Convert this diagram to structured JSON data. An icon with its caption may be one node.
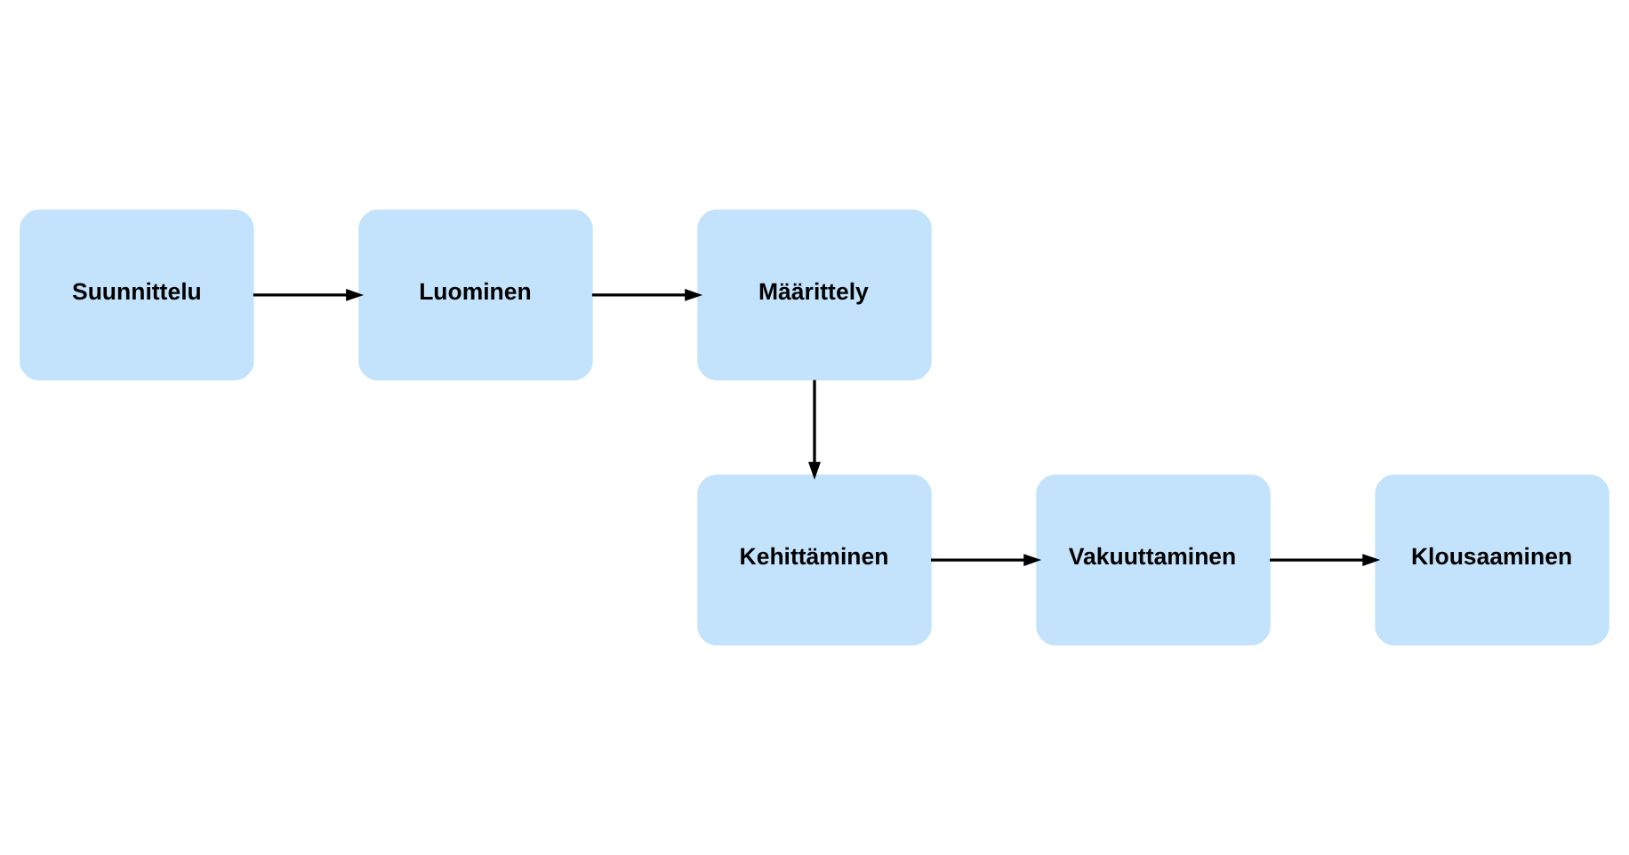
{
  "diagram": {
    "nodes": [
      {
        "text": [
          "Suunnittelu"
        ]
      },
      {
        "text": [
          "Luominen"
        ]
      },
      {
        "text": [
          "Määrittely"
        ]
      },
      {
        "text": [
          "Kehittäminen"
        ]
      },
      {
        "text": [
          "Vakuuttaminen"
        ]
      },
      {
        "text": [
          "Klousaaminen"
        ]
      }
    ],
    "edges": [
      {
        "from": 0,
        "to": 1,
        "arrow": "to"
      },
      {
        "from": 1,
        "to": 2,
        "arrow": "to"
      },
      {
        "from": 2,
        "to": 3,
        "arrow": "to"
      },
      {
        "from": 3,
        "to": 4,
        "arrow": "to"
      },
      {
        "from": 4,
        "to": 5,
        "arrow": "to"
      }
    ]
  }
}
